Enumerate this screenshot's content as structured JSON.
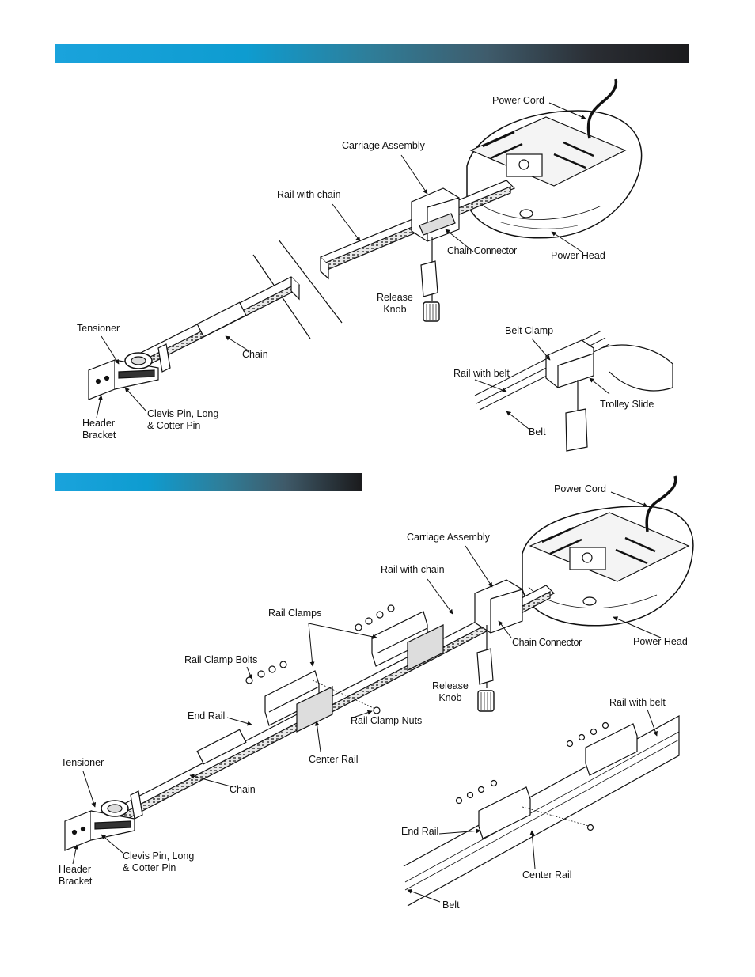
{
  "diagram_top": {
    "labels": {
      "power_cord": "Power Cord",
      "carriage_assembly": "Carriage Assembly",
      "rail_with_chain": "Rail with chain",
      "chain_connector": "Chain Connector",
      "power_head": "Power Head",
      "release_knob": "Release\nKnob",
      "tensioner": "Tensioner",
      "chain": "Chain",
      "header_bracket": "Header\nBracket",
      "clevis_pin": "Clevis Pin, Long\n& Cotter Pin",
      "belt_clamp": "Belt Clamp",
      "rail_with_belt": "Rail with belt",
      "trolley_slide": "Trolley Slide",
      "belt": "Belt"
    }
  },
  "diagram_bottom": {
    "labels": {
      "power_cord": "Power Cord",
      "carriage_assembly": "Carriage Assembly",
      "rail_with_chain": "Rail with chain",
      "rail_clamps": "Rail Clamps",
      "chain_connector": "Chain Connector",
      "power_head": "Power Head",
      "rail_clamp_bolts": "Rail Clamp Bolts",
      "release_knob": "Release\nKnob",
      "end_rail": "End Rail",
      "rail_clamp_nuts": "Rail Clamp Nuts",
      "rail_with_belt": "Rail with belt",
      "tensioner": "Tensioner",
      "center_rail": "Center Rail",
      "chain": "Chain",
      "header_bracket": "Header\nBracket",
      "clevis_pin": "Clevis Pin, Long\n& Cotter Pin",
      "end_rail_belt": "End Rail",
      "center_rail_belt": "Center Rail",
      "belt": "Belt"
    }
  },
  "colors": {
    "band_start": "#1aa3dc",
    "band_end": "#1b1b1d",
    "line": "#111111"
  }
}
